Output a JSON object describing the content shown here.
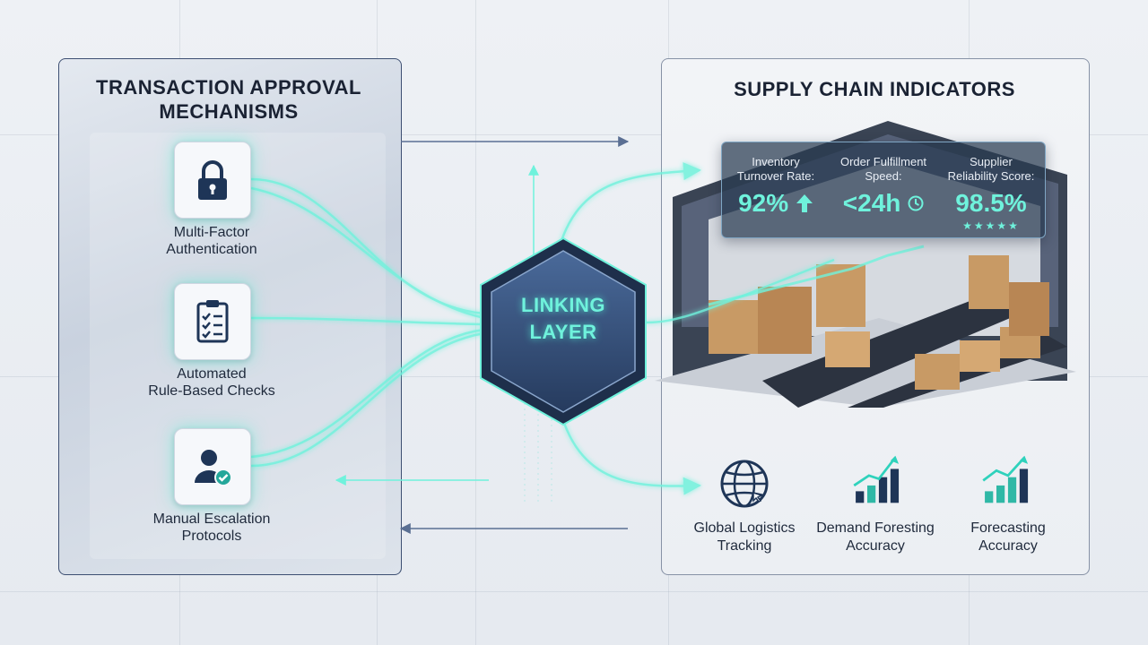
{
  "left_panel": {
    "title": "TRANSACTION APPROVAL MECHANISMS",
    "items": [
      {
        "label_line1": "Multi-Factor",
        "label_line2": "Authentication",
        "icon": "lock-icon"
      },
      {
        "label_line1": "Automated",
        "label_line2": "Rule-Based Checks",
        "icon": "clipboard-checklist-icon"
      },
      {
        "label_line1": "Manual Escalation",
        "label_line2": "Protocols",
        "icon": "user-check-icon"
      }
    ]
  },
  "center": {
    "label_line1": "LINKING",
    "label_line2": "LAYER"
  },
  "right_panel": {
    "title": "SUPPLY CHAIN INDICATORS",
    "metrics": [
      {
        "label_line1": "Inventory",
        "label_line2": "Turnover Rate:",
        "value": "92%",
        "icon": "arrow-up-icon"
      },
      {
        "label_line1": "Order Fulfillment",
        "label_line2": "Speed:",
        "value": "<24h",
        "icon": "clock-icon"
      },
      {
        "label_line1": "Supplier",
        "label_line2": "Reliability Score:",
        "value": "98.5%",
        "stars": "★★★★★"
      }
    ],
    "bottom_items": [
      {
        "label_line1": "Global Logistics",
        "label_line2": "Tracking",
        "icon": "globe-icon"
      },
      {
        "label_line1": "Demand Foresting",
        "label_line2": "Accuracy",
        "icon": "bar-chart-trend-icon"
      },
      {
        "label_line1": "Forecasting",
        "label_line2": "Accuracy",
        "icon": "bar-chart-trend-icon"
      }
    ]
  },
  "colors": {
    "accent_glow": "#6ff2dc",
    "navy": "#1e3557",
    "panel_border": "#3d4f72",
    "arrow": "#5a6f93"
  }
}
